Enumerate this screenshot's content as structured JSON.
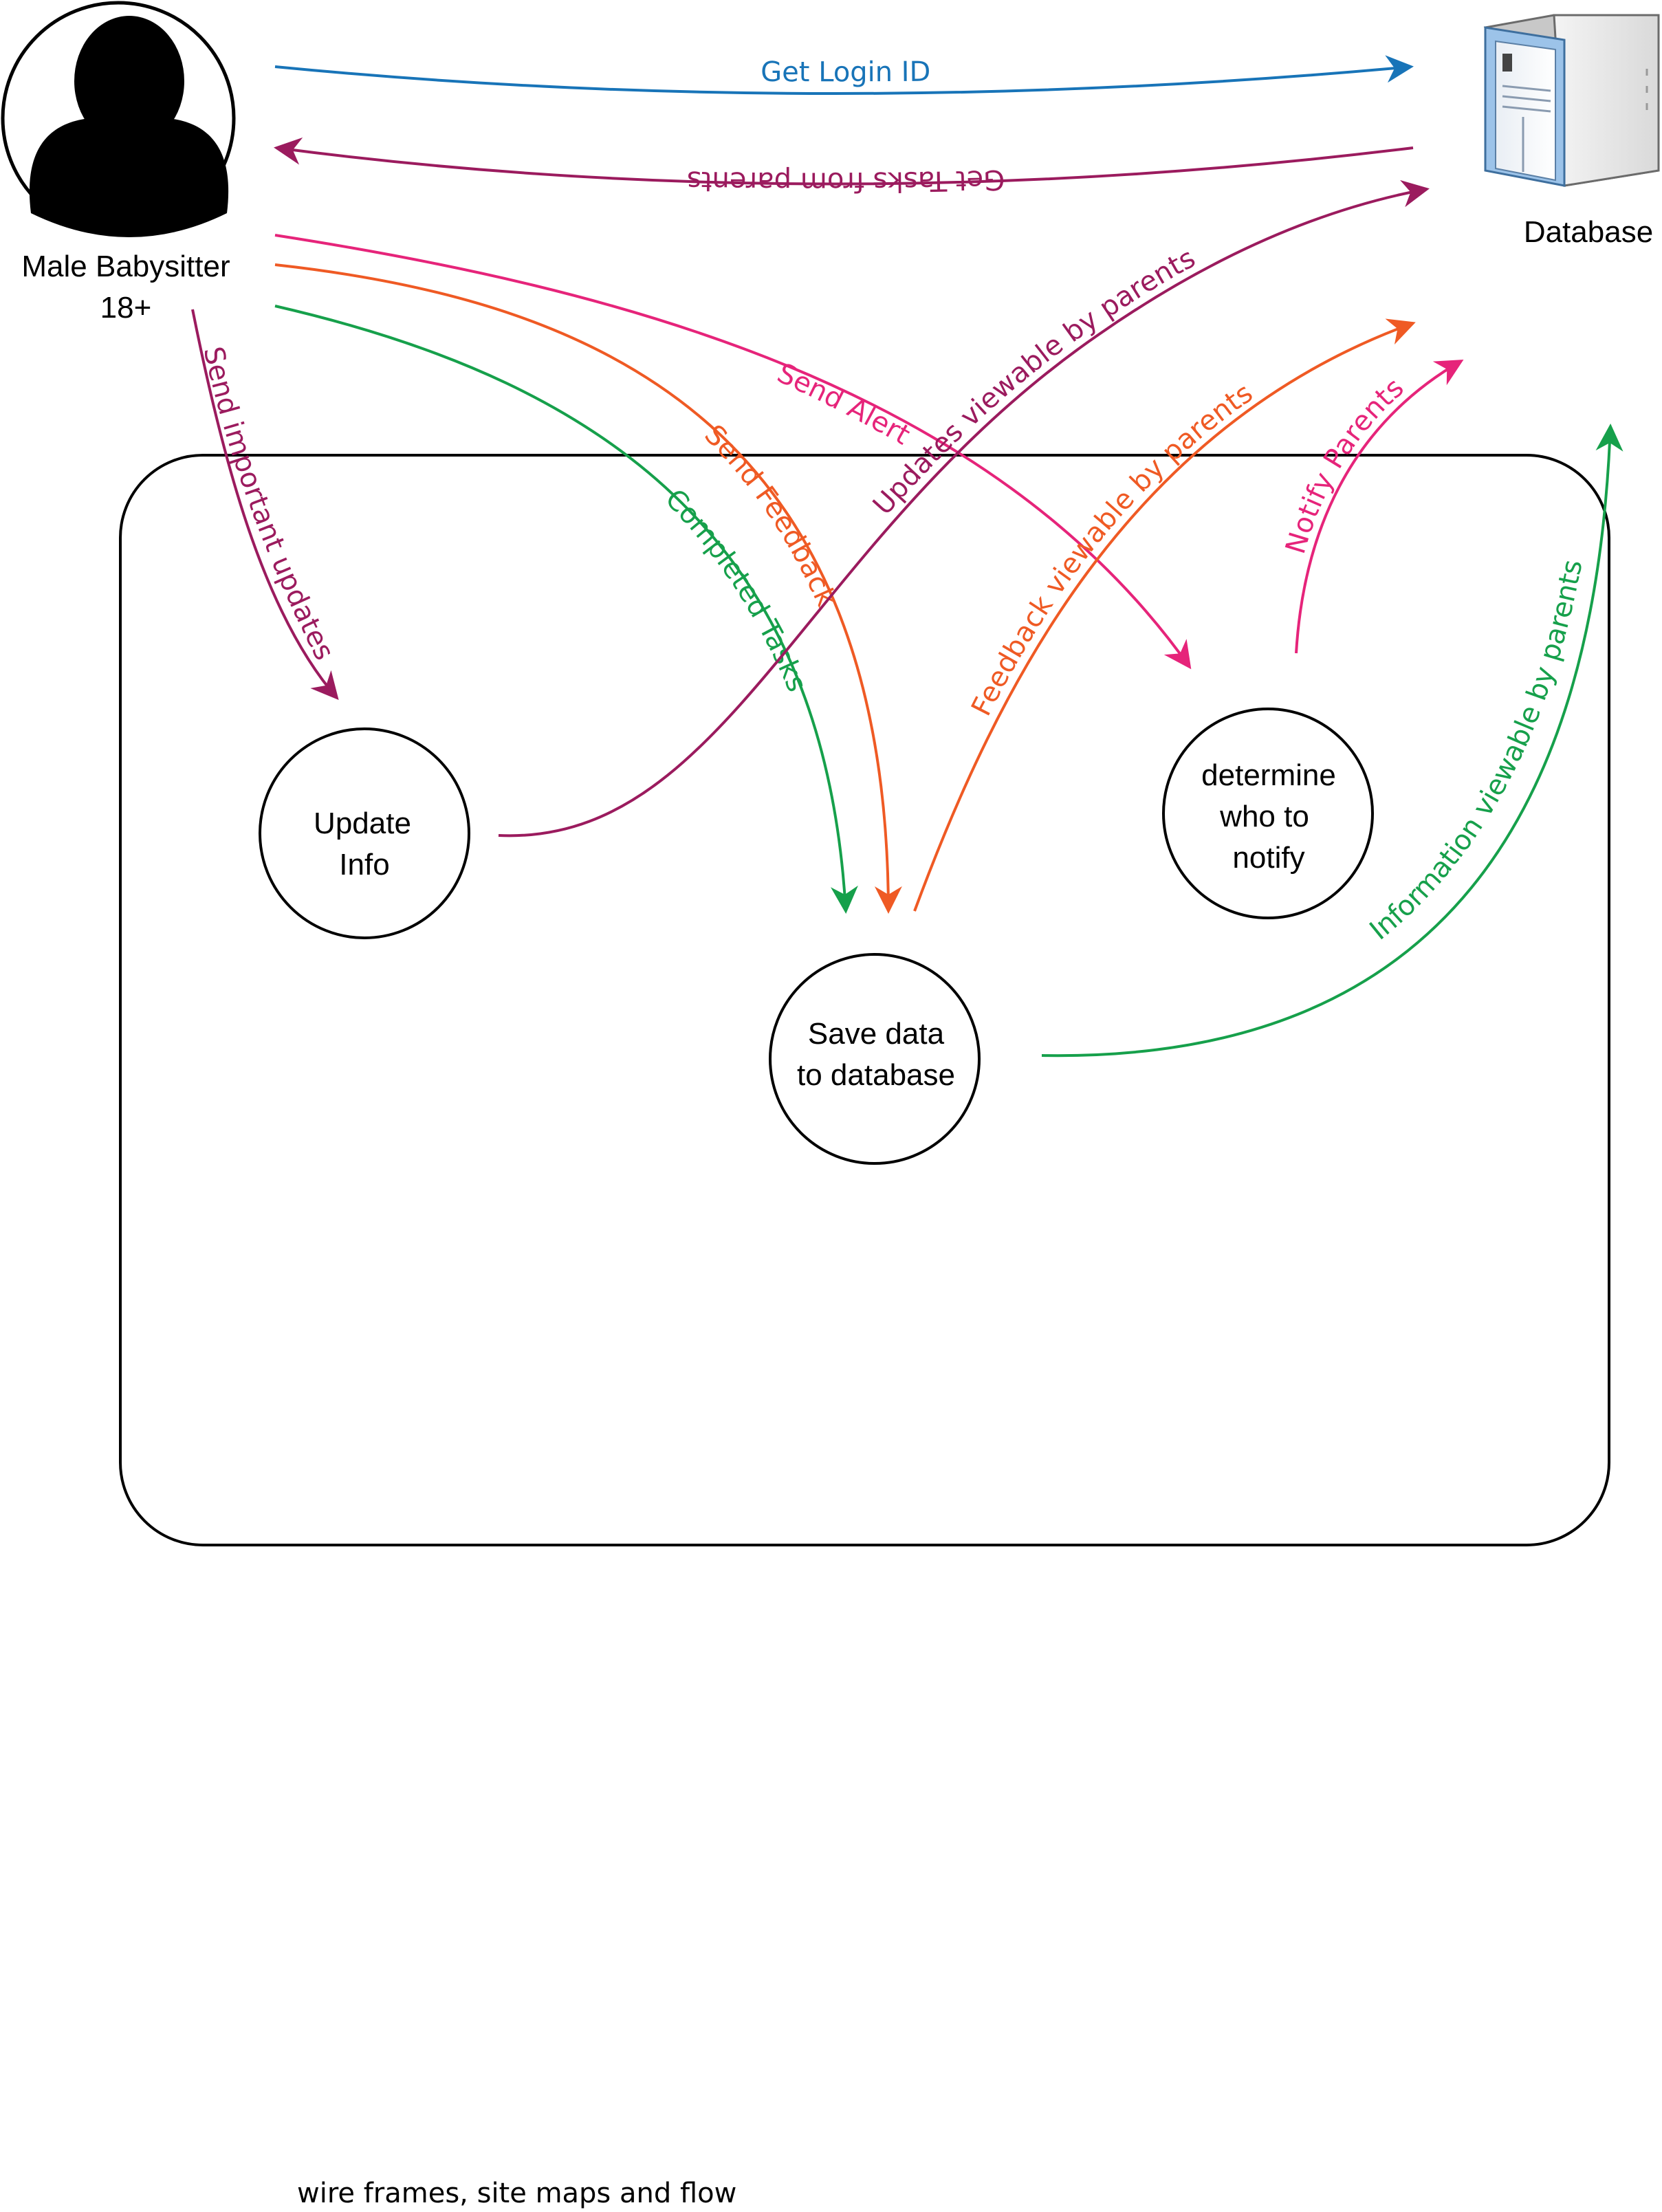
{
  "actor": {
    "label_line1": "Male Babysitter",
    "label_line2": "18+",
    "icon": "person-silhouette-icon"
  },
  "database": {
    "label": "Database",
    "icon": "server-tower-icon"
  },
  "processes": {
    "update_info": {
      "line1": "Update",
      "line2": "Info"
    },
    "save_data": {
      "line1": "Save data",
      "line2": "to database"
    },
    "determine": {
      "line1": "determine",
      "line2": "who to",
      "line3": "notify"
    }
  },
  "flows": {
    "get_login_id": "Get Login ID",
    "get_tasks": "Get Tasks from parents",
    "send_alert": "Send Alert",
    "send_feedback": "Send Feedback",
    "completed_tasks": "Completed Tasks",
    "send_important_updates": "Send important updates",
    "updates_viewable": "Updates viewable by parents",
    "feedback_viewable": "Feedback viewable by parents",
    "notify_parents": "Notify Parents",
    "information_viewable": "Information viewable by parents"
  },
  "footer": {
    "caption": "wire frames, site maps and flow"
  },
  "colors": {
    "blue": "#1874b8",
    "purple": "#9b1b5e",
    "pink": "#e6247a",
    "orange": "#ef5a24",
    "green": "#16a04b",
    "black": "#000000"
  }
}
